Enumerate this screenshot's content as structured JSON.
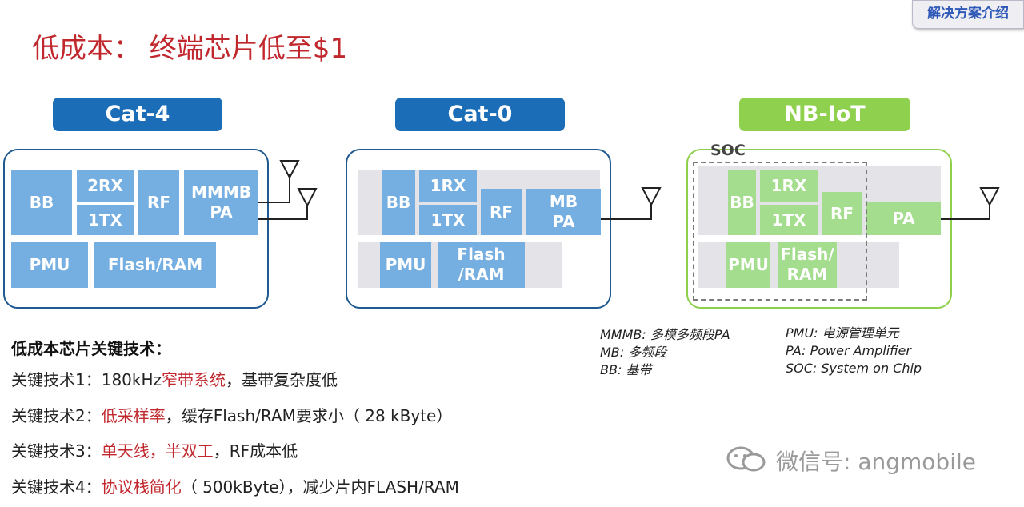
{
  "corner_button": "解决方案介绍",
  "title": "低成本： 终端芯片低至$1",
  "columns": [
    {
      "header": "Cat-4",
      "blocks": {
        "bb": "BB",
        "rx": "2RX",
        "tx": "1TX",
        "rf": "RF",
        "pa": "MMMB\nPA",
        "pmu": "PMU",
        "mem": "Flash/RAM"
      }
    },
    {
      "header": "Cat-0",
      "blocks": {
        "bb": "BB",
        "rx": "1RX",
        "tx": "1TX",
        "rf": "RF",
        "pa": "MB\nPA",
        "pmu": "PMU",
        "mem": "Flash\n/RAM"
      }
    },
    {
      "header": "NB-IoT",
      "soc_label": "SOC",
      "blocks": {
        "bb": "BB",
        "rx": "1RX",
        "tx": "1TX",
        "rf": "RF",
        "pa": "PA",
        "pmu": "PMU",
        "mem": "Flash/\nRAM"
      }
    }
  ],
  "legend": {
    "left": [
      "MMMB: 多模多频段PA",
      "MB: 多频段",
      "BB: 基带"
    ],
    "right": [
      "PMU: 电源管理单元",
      "PA: Power Amplifier",
      "SOC: System on Chip"
    ]
  },
  "tech_heading": "低成本芯片关键技术：",
  "tech_lines": [
    {
      "prefix": "关键技术1：180kHz",
      "highlight": "窄带系统",
      "suffix": "，基带复杂度低"
    },
    {
      "prefix": "关键技术2：",
      "highlight": "低采样率",
      "suffix": "，缓存Flash/RAM要求小（ 28 kByte）"
    },
    {
      "prefix": "关键技术3：",
      "highlight": "单天线，半双工",
      "suffix": "，RF成本低"
    },
    {
      "prefix": "关键技术4：",
      "highlight": "协议栈简化",
      "suffix": "（ 500kByte），减少片内FLASH/RAM"
    }
  ],
  "watermark": "微信号: angmobile",
  "colors": {
    "title_red": "#c0282d",
    "header_blue": "#1a6db6",
    "block_blue": "#75aee0",
    "nb_green": "#8fd14f",
    "block_green": "#a5dd8f"
  }
}
